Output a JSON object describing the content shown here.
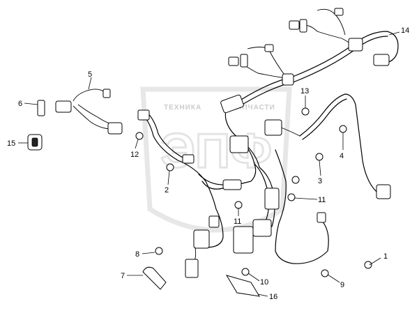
{
  "watermark": {
    "top_words": [
      "ТЕХНИКА",
      "ЗАПЧАСТИ"
    ],
    "logo_letters": "ЭПФ"
  },
  "callouts": [
    {
      "id": "1",
      "label": "1"
    },
    {
      "id": "2",
      "label": "2"
    },
    {
      "id": "3",
      "label": "3"
    },
    {
      "id": "4",
      "label": "4"
    },
    {
      "id": "5",
      "label": "5"
    },
    {
      "id": "6",
      "label": "6"
    },
    {
      "id": "7",
      "label": "7"
    },
    {
      "id": "8",
      "label": "8"
    },
    {
      "id": "9",
      "label": "9"
    },
    {
      "id": "10",
      "label": "10"
    },
    {
      "id": "11a",
      "label": "11"
    },
    {
      "id": "11b",
      "label": "11"
    },
    {
      "id": "12",
      "label": "12"
    },
    {
      "id": "13",
      "label": "13"
    },
    {
      "id": "14",
      "label": "14"
    },
    {
      "id": "15",
      "label": "15"
    },
    {
      "id": "16",
      "label": "16"
    }
  ]
}
